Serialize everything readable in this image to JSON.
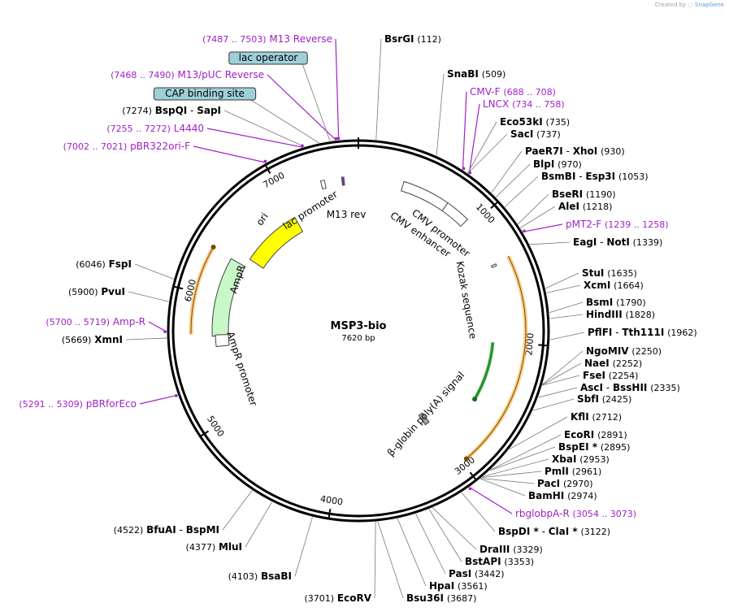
{
  "credit": {
    "prefix": "Created by",
    "brand": "SnapGene"
  },
  "plasmid": {
    "name": "MSP3-bio",
    "length": "7620 bp"
  },
  "colors": {
    "enzyme": "#000000",
    "primer": "#a020c8",
    "boxed_fill": "#9fd0d8",
    "ori": "#ffff00",
    "ampr": "#c8f7c8",
    "orange_arrow": "#f5a623"
  },
  "ticks": [
    {
      "label": "1000",
      "pos": 1000
    },
    {
      "label": "2000",
      "pos": 2000
    },
    {
      "label": "3000",
      "pos": 3000
    },
    {
      "label": "4000",
      "pos": 4000
    },
    {
      "label": "5000",
      "pos": 5000
    },
    {
      "label": "6000",
      "pos": 6000
    },
    {
      "label": "7000",
      "pos": 7000
    }
  ],
  "boxed_labels": [
    {
      "text": "lac operator",
      "pos": 7440
    },
    {
      "text": "CAP binding site",
      "pos": 7370
    }
  ],
  "sites": [
    {
      "type": "primer",
      "coords": "(7487 .. 7503)",
      "name": "M13 Reverse",
      "pos": 7495
    },
    {
      "type": "primer",
      "coords": "(7468 .. 7490)",
      "name": "M13/pUC Reverse",
      "pos": 7479
    },
    {
      "type": "enzyme",
      "coords": "(7274)",
      "name": "BspQI",
      "name2": "SapI",
      "pos": 7274
    },
    {
      "type": "primer",
      "coords": "(7255 .. 7272)",
      "name": "L4440",
      "pos": 7263
    },
    {
      "type": "primer",
      "coords": "(7002 .. 7021)",
      "name": "pBR322ori-F",
      "pos": 7011
    },
    {
      "type": "enzyme",
      "coords": "(6046)",
      "name": "FspI",
      "pos": 6046
    },
    {
      "type": "enzyme",
      "coords": "(5900)",
      "name": "PvuI",
      "pos": 5900
    },
    {
      "type": "primer",
      "coords": "(5700 .. 5719)",
      "name": "Amp-R",
      "pos": 5709
    },
    {
      "type": "enzyme",
      "coords": "(5669)",
      "name": "XmnI",
      "pos": 5669
    },
    {
      "type": "primer",
      "coords": "(5291 .. 5309)",
      "name": "pBRforEco",
      "pos": 5300
    },
    {
      "type": "enzyme",
      "coords": "(4522)",
      "name": "BfuAI",
      "name2": "BspMI",
      "pos": 4522
    },
    {
      "type": "enzyme",
      "coords": "(4377)",
      "name": "MluI",
      "pos": 4377
    },
    {
      "type": "enzyme",
      "coords": "(4103)",
      "name": "BsaBI",
      "pos": 4103
    },
    {
      "type": "enzyme",
      "coords": "(3701)",
      "name": "EcoRV",
      "pos": 3701
    },
    {
      "type": "enzyme",
      "coords": "(112)",
      "name": "BsrGI",
      "pos": 112
    },
    {
      "type": "enzyme",
      "coords": "(509)",
      "name": "SnaBI",
      "pos": 509
    },
    {
      "type": "primer",
      "coords": "(688 .. 708)",
      "name": "CMV-F",
      "pos": 698
    },
    {
      "type": "primer",
      "coords": "(734 .. 758)",
      "name": "LNCX",
      "pos": 746
    },
    {
      "type": "enzyme",
      "coords": "(735)",
      "name": "Eco53kI",
      "pos": 735
    },
    {
      "type": "enzyme",
      "coords": "(737)",
      "name": "SacI",
      "pos": 737
    },
    {
      "type": "enzyme",
      "coords": "(930)",
      "name": "PaeR7I",
      "name2": "XhoI",
      "pos": 930
    },
    {
      "type": "enzyme",
      "coords": "(970)",
      "name": "BlpI",
      "pos": 970
    },
    {
      "type": "enzyme",
      "coords": "(1053)",
      "name": "BsmBI",
      "name2": "Esp3I",
      "pos": 1053
    },
    {
      "type": "enzyme",
      "coords": "(1190)",
      "name": "BseRI",
      "pos": 1190
    },
    {
      "type": "enzyme",
      "coords": "(1218)",
      "name": "AleI",
      "pos": 1218
    },
    {
      "type": "primer",
      "coords": "(1239 .. 1258)",
      "name": "pMT2-F",
      "pos": 1248
    },
    {
      "type": "enzyme",
      "coords": "(1339)",
      "name": "EagI",
      "name2": "NotI",
      "pos": 1339
    },
    {
      "type": "enzyme",
      "coords": "(1635)",
      "name": "StuI",
      "pos": 1635
    },
    {
      "type": "enzyme",
      "coords": "(1664)",
      "name": "XcmI",
      "pos": 1664
    },
    {
      "type": "enzyme",
      "coords": "(1790)",
      "name": "BsmI",
      "pos": 1790
    },
    {
      "type": "enzyme",
      "coords": "(1828)",
      "name": "HindIII",
      "pos": 1828
    },
    {
      "type": "enzyme",
      "coords": "(1962)",
      "name": "PflFI",
      "name2": "Tth111I",
      "pos": 1962
    },
    {
      "type": "enzyme",
      "coords": "(2250)",
      "name": "NgoMIV",
      "pos": 2250
    },
    {
      "type": "enzyme",
      "coords": "(2252)",
      "name": "NaeI",
      "pos": 2252
    },
    {
      "type": "enzyme",
      "coords": "(2254)",
      "name": "FseI",
      "pos": 2254
    },
    {
      "type": "enzyme",
      "coords": "(2335)",
      "name": "AscI",
      "name2": "BssHII",
      "pos": 2335
    },
    {
      "type": "enzyme",
      "coords": "(2425)",
      "name": "SbfI",
      "pos": 2425
    },
    {
      "type": "enzyme",
      "coords": "(2712)",
      "name": "KflI",
      "pos": 2712
    },
    {
      "type": "enzyme",
      "coords": "(2891)",
      "name": "EcoRI",
      "pos": 2891
    },
    {
      "type": "enzyme",
      "coords": "(2895)",
      "name": "BspEI *",
      "pos": 2895
    },
    {
      "type": "enzyme",
      "coords": "(2953)",
      "name": "XbaI",
      "pos": 2953
    },
    {
      "type": "enzyme",
      "coords": "(2961)",
      "name": "PmlI",
      "pos": 2961
    },
    {
      "type": "enzyme",
      "coords": "(2970)",
      "name": "PacI",
      "pos": 2970
    },
    {
      "type": "enzyme",
      "coords": "(2974)",
      "name": "BamHI",
      "pos": 2974
    },
    {
      "type": "primer",
      "coords": "(3054 .. 3073)",
      "name": "rbglobpA-R",
      "pos": 3063
    },
    {
      "type": "enzyme",
      "coords": "(3122)",
      "name": "BspDI *",
      "name2": "ClaI *",
      "pos": 3122
    },
    {
      "type": "enzyme",
      "coords": "(3329)",
      "name": "DraIII",
      "pos": 3329
    },
    {
      "type": "enzyme",
      "coords": "(3353)",
      "name": "BstAPI",
      "pos": 3353
    },
    {
      "type": "enzyme",
      "coords": "(3442)",
      "name": "PasI",
      "pos": 3442
    },
    {
      "type": "enzyme",
      "coords": "(3561)",
      "name": "HpaI",
      "pos": 3561
    },
    {
      "type": "enzyme",
      "coords": "(3687)",
      "name": "Bsu36I",
      "pos": 3687
    }
  ],
  "features": [
    {
      "name": "ori",
      "start": 6420,
      "end": 7000,
      "strand": "forward",
      "color": "#ffff00"
    },
    {
      "name": "AmpR",
      "start": 5670,
      "end": 6340,
      "strand": "forward",
      "color": "#c8f7c8"
    },
    {
      "name": "AmpR promoter",
      "start": 5580,
      "end": 5680,
      "strand": "forward",
      "color": "#ffffff"
    },
    {
      "name": "CMV enhancer",
      "start": 360,
      "end": 740,
      "strand": "forward",
      "color": "#ffffff"
    },
    {
      "name": "CMV promoter",
      "start": 740,
      "end": 940,
      "strand": "forward",
      "color": "#ffffff"
    },
    {
      "name": "lac promoter",
      "start": 7320,
      "end": 7350,
      "strand": "reverse",
      "color": "#ffffff"
    },
    {
      "name": "M13 rev",
      "start": 7488,
      "end": 7505,
      "strand": "reverse",
      "color": "#8a2be2"
    },
    {
      "name": "Kozak sequence",
      "start": 1355,
      "end": 1370,
      "strand": "forward",
      "color": "#ffffff"
    },
    {
      "name": "β-globin poly(A) signal",
      "start": 3010,
      "end": 3060,
      "strand": "forward",
      "color": "#a0a0a0"
    }
  ],
  "outer_orange_arrows": [
    {
      "start": 1345,
      "end": 2960,
      "strand": "forward"
    },
    {
      "start": 5690,
      "end": 6350,
      "strand": "forward"
    },
    {
      "start": 2010,
      "end": 2550,
      "strand": "forward",
      "color": "#3cb043"
    }
  ]
}
